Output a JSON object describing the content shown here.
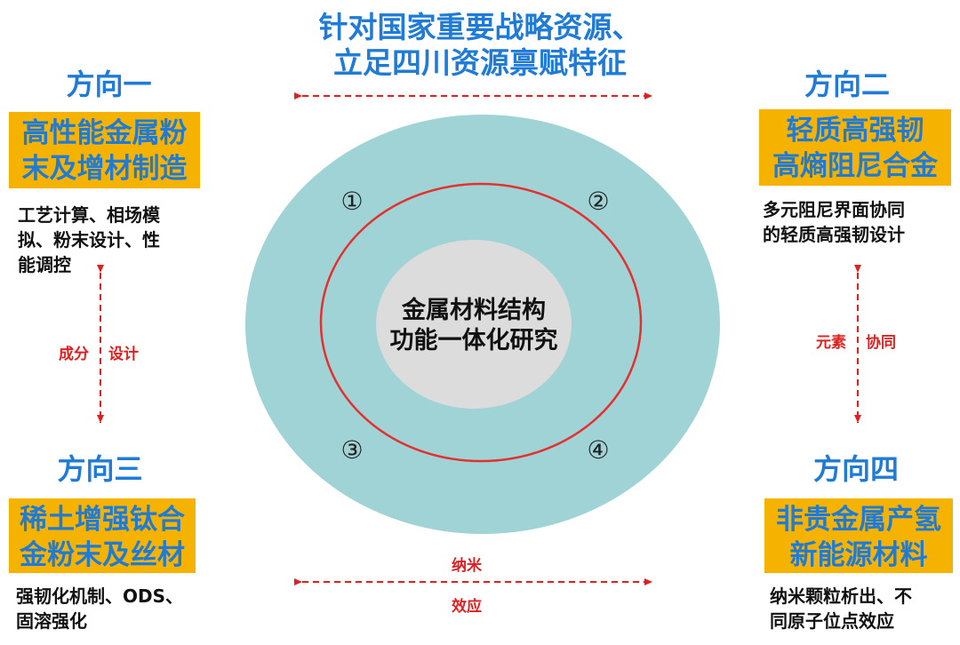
{
  "header": {
    "line1": "针对国家重要战略资源、",
    "line2": "立足四川资源禀赋特征"
  },
  "center": {
    "line1": "金属材料结构",
    "line2": "功能一体化研究"
  },
  "ring_markers": [
    "①",
    "②",
    "③",
    "④"
  ],
  "directions": [
    {
      "heading": "方向一",
      "box_line1": "高性能金属粉",
      "box_line2": "末及增材制造",
      "desc": [
        "工艺计算、相场模",
        "拟、粉末设计、性",
        "能调控"
      ]
    },
    {
      "heading": "方向二",
      "box_line1": "轻质高强韧",
      "box_line2": "高熵阻尼合金",
      "desc": [
        "多元阻尼界面协同",
        "的轻质高强韧设计"
      ]
    },
    {
      "heading": "方向三",
      "box_line1": "稀土增强钛合",
      "box_line2": "金粉末及丝材",
      "desc": [
        "强韧化机制、ODS、",
        "固溶强化"
      ]
    },
    {
      "heading": "方向四",
      "box_line1": "非贵金属产氢",
      "box_line2": "新能源材料",
      "desc": [
        "纳米颗粒析出、不",
        "同原子位点效应"
      ]
    }
  ],
  "links": {
    "left": [
      "成分",
      "设计"
    ],
    "right": [
      "元素",
      "协同"
    ],
    "bottom": [
      "纳米",
      "效应"
    ]
  },
  "colors": {
    "accent_blue": "#1f7bd6",
    "box_orange": "#f5b300",
    "ring_teal": "#9fd3d6",
    "inner_gray": "#dcdcdc",
    "arrow_red": "#e02020"
  }
}
